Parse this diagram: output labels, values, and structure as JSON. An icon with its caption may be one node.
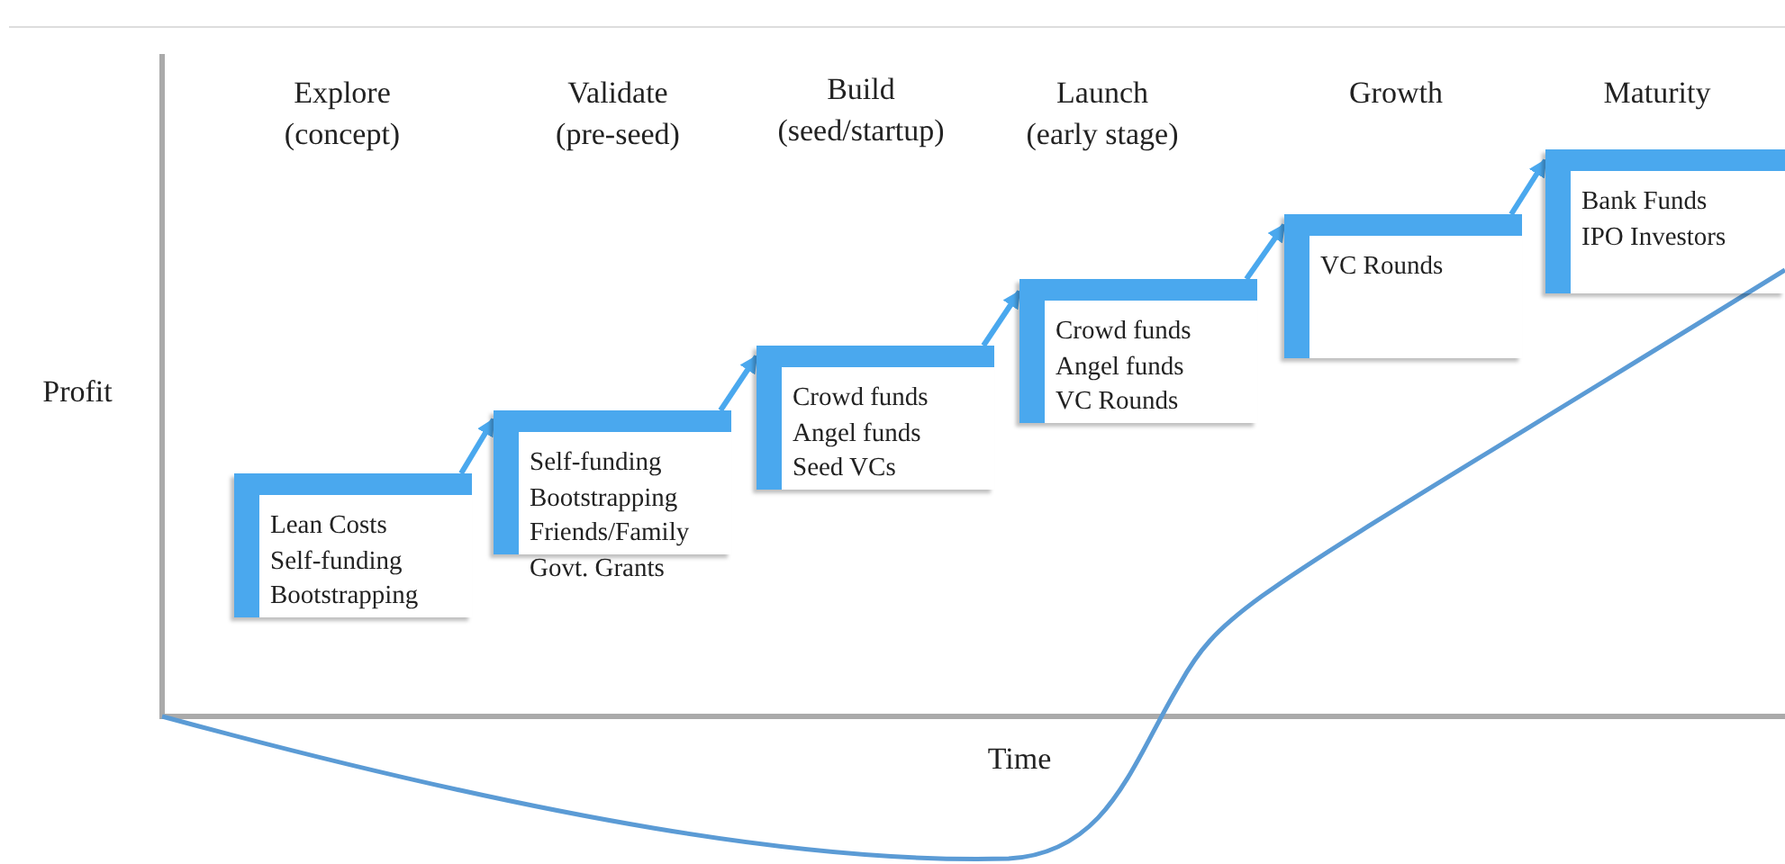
{
  "diagram": {
    "nodes": [
      {
        "text": [
          "Lean Costs",
          "Self-funding",
          "Bootstrapping"
        ]
      },
      {
        "text": [
          "Self-funding",
          "Bootstrapping",
          "Friends/Family",
          "Govt. Grants"
        ]
      },
      {
        "text": [
          "Crowd funds",
          "Angel funds",
          "Seed VCs"
        ]
      },
      {
        "text": [
          "Crowd funds",
          "Angel funds",
          "VC Rounds"
        ]
      },
      {
        "text": [
          "VC Rounds"
        ]
      },
      {
        "text": [
          "Bank Funds",
          "IPO Investors"
        ]
      }
    ],
    "edges": [
      {
        "from": 0,
        "to": 1,
        "arrow": "to"
      },
      {
        "from": 1,
        "to": 2,
        "arrow": "to"
      },
      {
        "from": 2,
        "to": 3,
        "arrow": "to"
      },
      {
        "from": 3,
        "to": 4,
        "arrow": "to"
      },
      {
        "from": 4,
        "to": 5,
        "arrow": "to"
      }
    ],
    "labels": [
      "Explore (concept)",
      "Validate (pre-seed)",
      "Build (seed/startup)",
      "Launch (early stage)",
      "Growth",
      "Maturity",
      "Profit",
      "Time"
    ]
  }
}
